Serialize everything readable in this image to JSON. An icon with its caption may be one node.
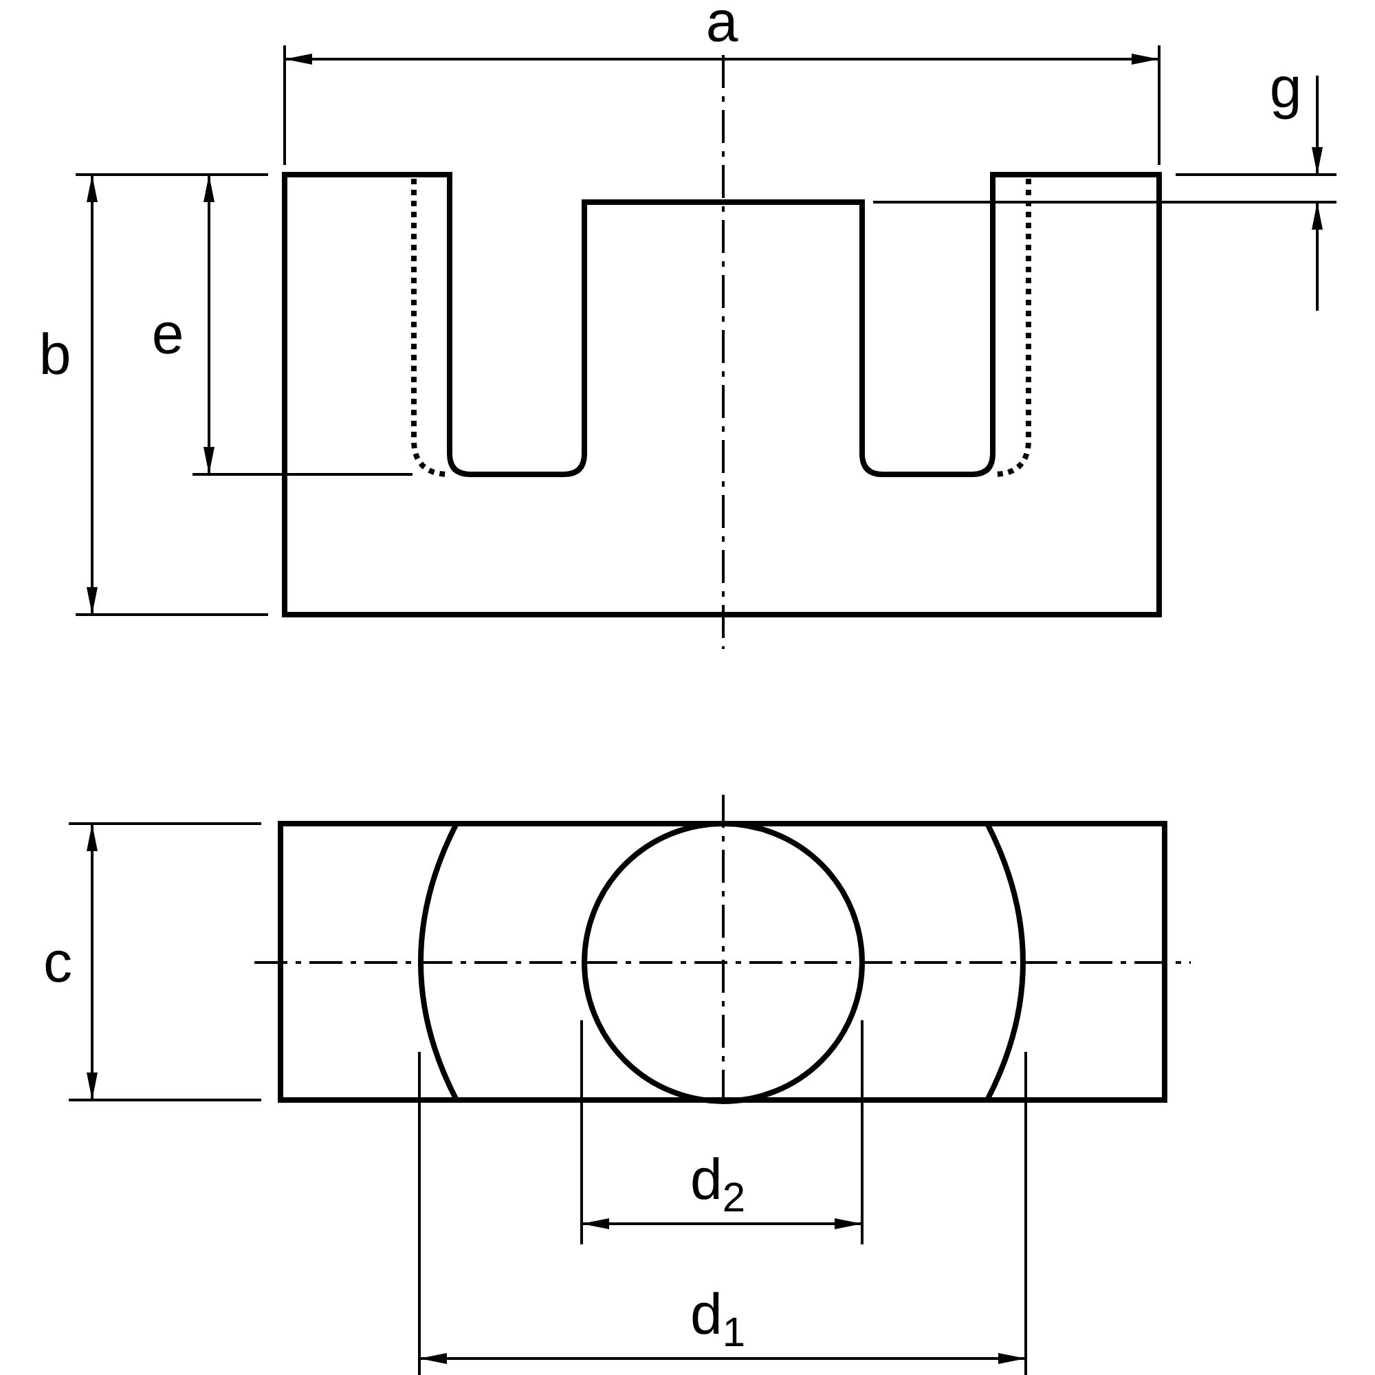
{
  "diagram": {
    "labels": [
      "a",
      "g",
      "b",
      "e",
      "c",
      "d$_{2}$",
      "d$_{1}$"
    ]
  }
}
